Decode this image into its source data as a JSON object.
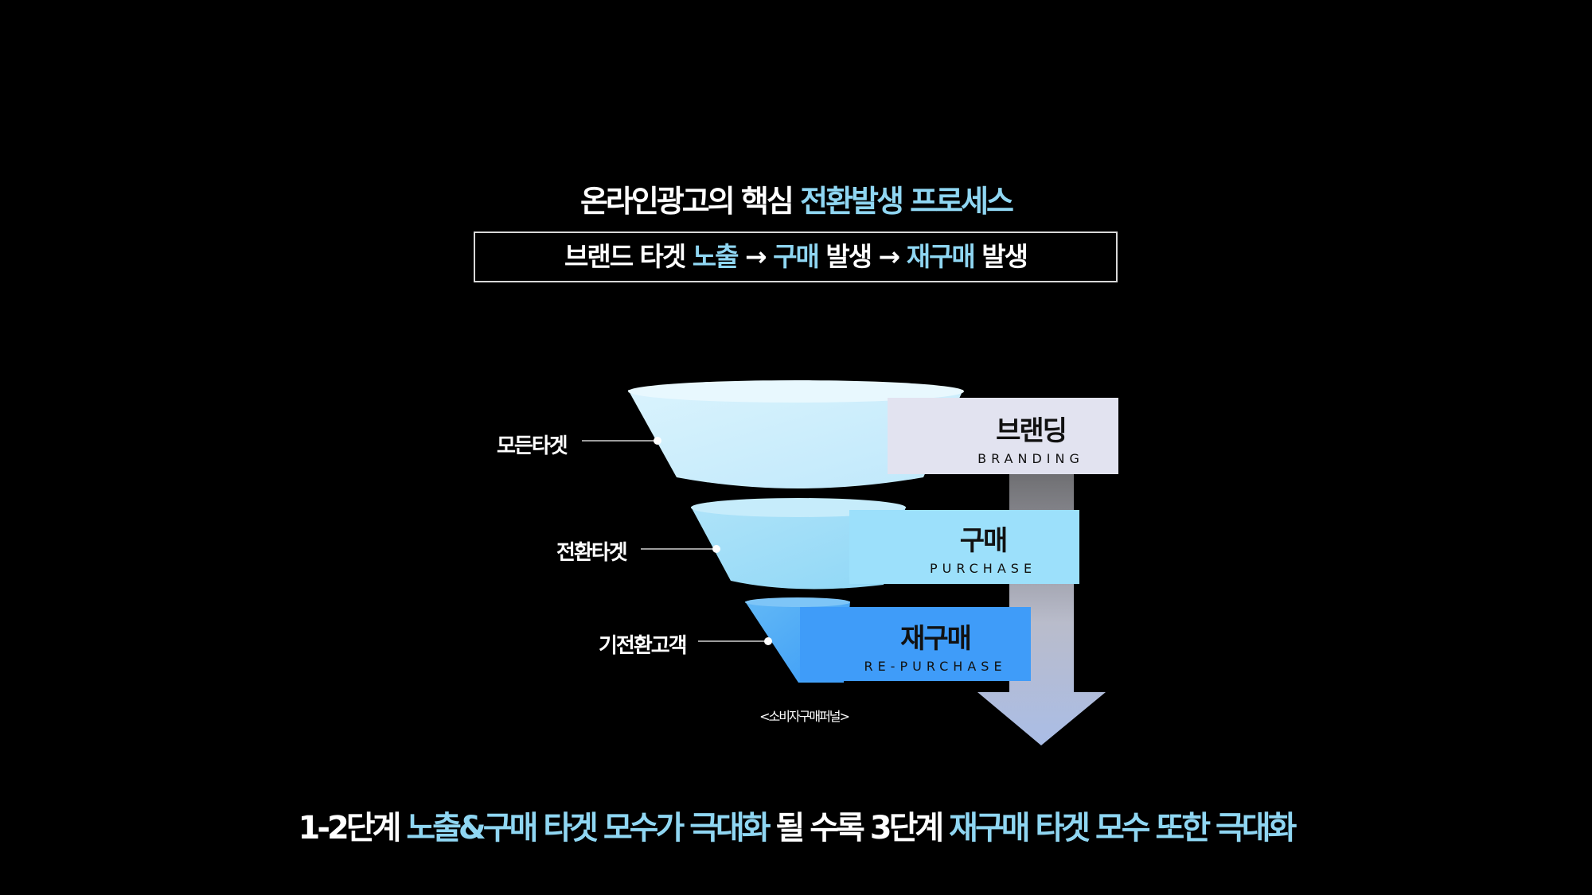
{
  "header": {
    "title_part1": "온라인광고의 핵심 ",
    "title_part2": "전환발생 프로세스"
  },
  "subtitle": {
    "p1": "브랜드 타겟 ",
    "p2": "노출",
    "p3": " → ",
    "p4": "구매",
    "p5": " 발생 → ",
    "p6": "재구매",
    "p7": " 발생"
  },
  "funnel": {
    "stages": [
      {
        "label": "모든타겟",
        "title": "브랜딩",
        "subtitle": "BRANDING"
      },
      {
        "label": "전환타겟",
        "title": "구매",
        "subtitle": "PURCHASE"
      },
      {
        "label": "기전환고객",
        "title": "재구매",
        "subtitle": "RE-PURCHASE"
      }
    ],
    "caption": "<소비자구매퍼널>"
  },
  "footer": {
    "p1": "1-2단계 ",
    "p2": "노출&구매 타겟 모수가 극대화",
    "p3": " 될 수록 3단계 ",
    "p4": "재구매 타겟 모수 또한 극대화"
  },
  "colors": {
    "accent": "#8fd6f2",
    "branding_box": "#e2e3f0",
    "purchase_box": "#9ce0fb",
    "repurchase_box": "#3f9cf9"
  }
}
